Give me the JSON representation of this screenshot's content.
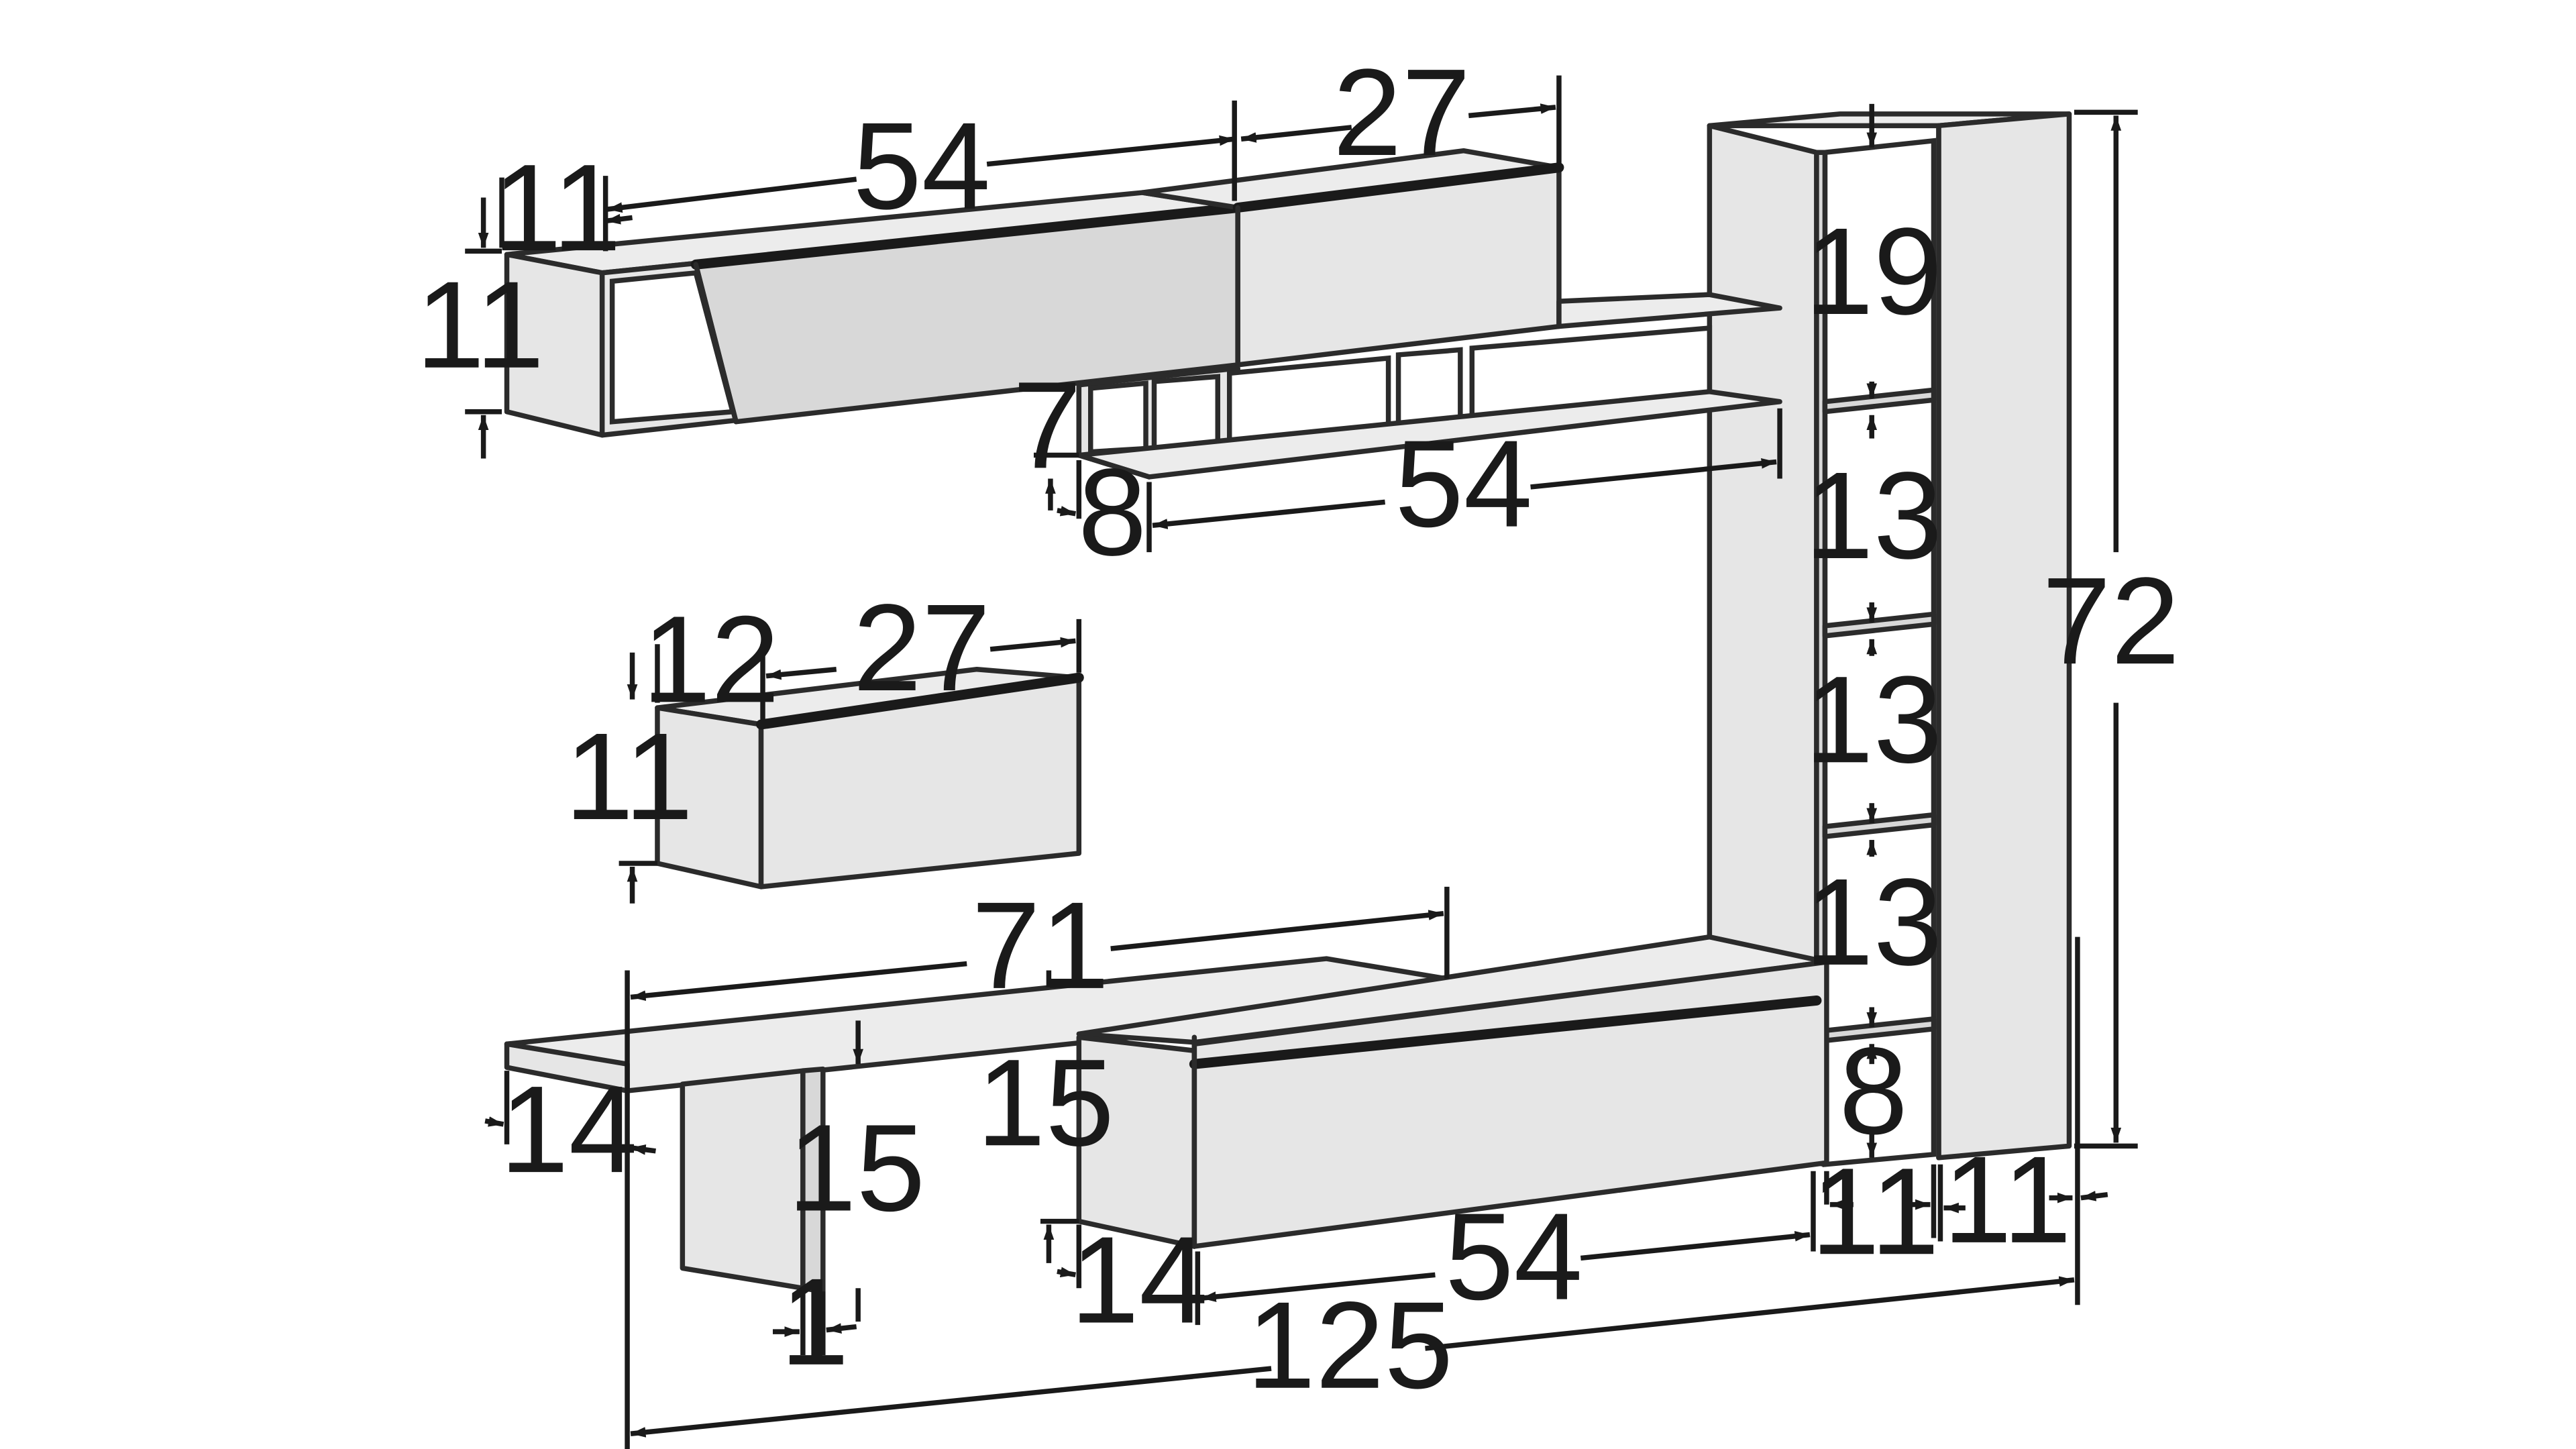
{
  "colors": {
    "panel": "#e6e6e6",
    "line": "#2b2b2b",
    "background": "#ffffff"
  },
  "dimensions": {
    "top_left_width": "54",
    "top_left_depth": "11",
    "top_left_height": "11",
    "top_right_width": "27",
    "open_shelf_height": "7",
    "open_shelf_depth": "8",
    "open_shelf_width": "54",
    "mid_box_depth": "12",
    "mid_box_width": "27",
    "mid_box_height": "11",
    "desk_width": "71",
    "desk_depth": "14",
    "desk_leg_height": "15",
    "desk_leg_thickness": "1",
    "base_height": "15",
    "base_depth": "14",
    "base_width": "54",
    "total_width": "125",
    "tower_height": "72",
    "tower_left_width": "11",
    "tower_right_width": "11",
    "shelf_gap_1": "19",
    "shelf_gap_2": "13",
    "shelf_gap_3": "13",
    "shelf_gap_4": "13",
    "shelf_gap_5": "8"
  }
}
